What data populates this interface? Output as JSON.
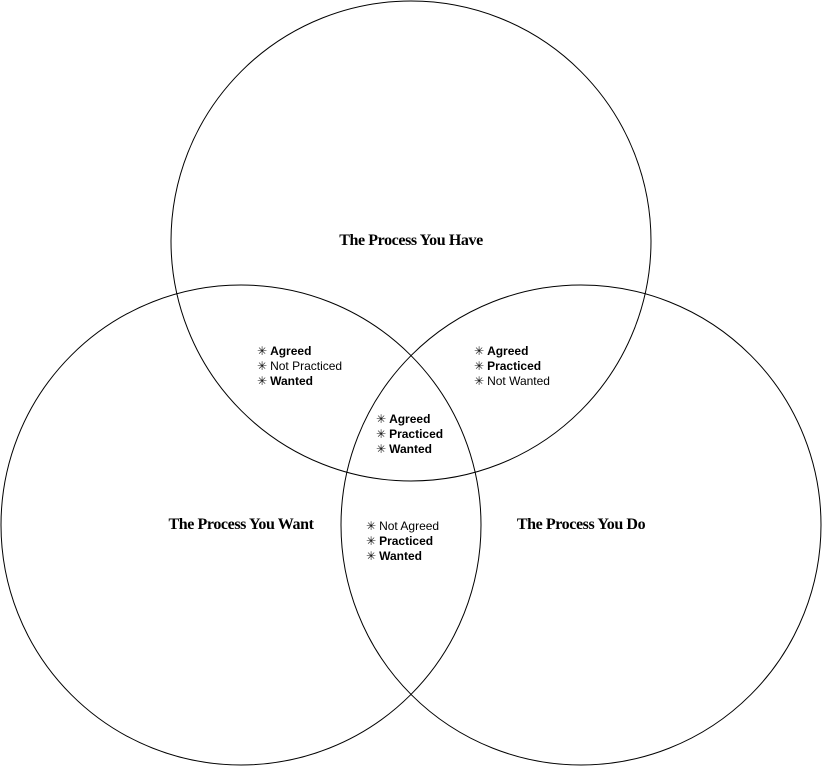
{
  "diagram": {
    "type": "venn",
    "sets": [
      {
        "id": "have",
        "label": "The Process You Have"
      },
      {
        "id": "want",
        "label": "The Process You Want"
      },
      {
        "id": "do",
        "label": "The Process You Do"
      }
    ],
    "bullet": "✳",
    "regions": [
      {
        "id": "have-want",
        "sets": [
          "have",
          "want"
        ],
        "items": [
          {
            "text": "Agreed",
            "emphasis": true
          },
          {
            "text": "Not Practiced",
            "emphasis": false
          },
          {
            "text": "Wanted",
            "emphasis": true
          }
        ]
      },
      {
        "id": "have-do",
        "sets": [
          "have",
          "do"
        ],
        "items": [
          {
            "text": "Agreed",
            "emphasis": true
          },
          {
            "text": "Practiced",
            "emphasis": true
          },
          {
            "text": "Not Wanted",
            "emphasis": false
          }
        ]
      },
      {
        "id": "have-want-do",
        "sets": [
          "have",
          "want",
          "do"
        ],
        "items": [
          {
            "text": "Agreed",
            "emphasis": true
          },
          {
            "text": "Practiced",
            "emphasis": true
          },
          {
            "text": "Wanted",
            "emphasis": true
          }
        ]
      },
      {
        "id": "want-do",
        "sets": [
          "want",
          "do"
        ],
        "items": [
          {
            "text": "Not Agreed",
            "emphasis": false
          },
          {
            "text": "Practiced",
            "emphasis": true
          },
          {
            "text": "Wanted",
            "emphasis": true
          }
        ]
      }
    ]
  }
}
